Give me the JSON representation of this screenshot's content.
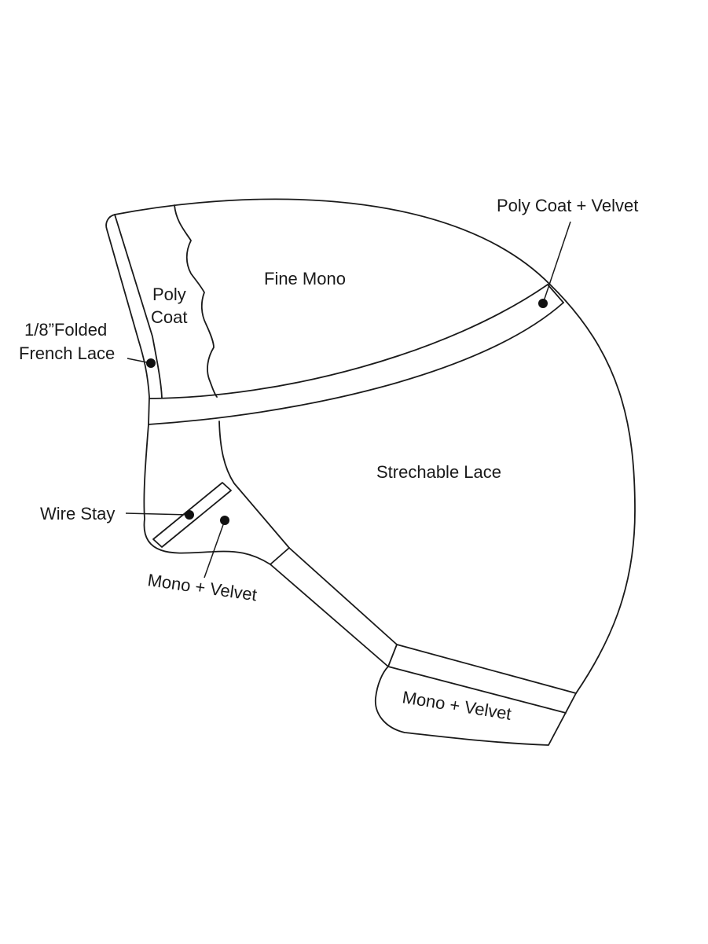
{
  "labels": {
    "poly_coat_velvet": "Poly Coat + Velvet",
    "fine_mono": "Fine Mono",
    "poly_coat_line1": "Poly",
    "poly_coat_line2": "Coat",
    "folded_lace_line1": "1/8”Folded",
    "folded_lace_line2": "French Lace",
    "stretchable_lace": "Strechable Lace",
    "wire_stay": "Wire Stay",
    "mono_velvet_side": "Mono + Velvet",
    "mono_velvet_nape": "Mono + Velvet"
  },
  "colors": {
    "line": "#1a1a1a",
    "marker": "#111111",
    "background": "#ffffff"
  }
}
